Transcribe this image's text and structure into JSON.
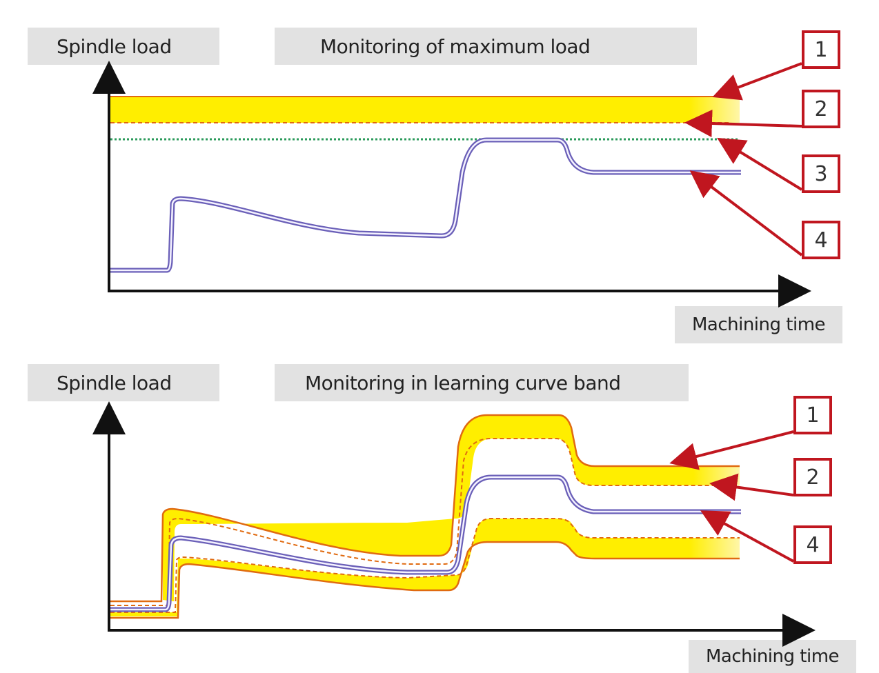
{
  "top_panel": {
    "ylabel": "Spindle load",
    "title": "Monitoring of maximum load",
    "xlabel": "Machining time",
    "callouts": [
      "1",
      "2",
      "3",
      "4"
    ]
  },
  "bottom_panel": {
    "ylabel": "Spindle load",
    "title": "Monitoring in learning curve band",
    "xlabel": "Machining time",
    "callouts": [
      "1",
      "2",
      "4"
    ]
  },
  "colors": {
    "band_fill": "#ffee00",
    "band_edge": "#e06a10",
    "load_curve": "#8a7fd0",
    "warning_line": "#2a9a5a",
    "callout_red": "#c0161f",
    "label_bg": "#e2e2e2"
  }
}
